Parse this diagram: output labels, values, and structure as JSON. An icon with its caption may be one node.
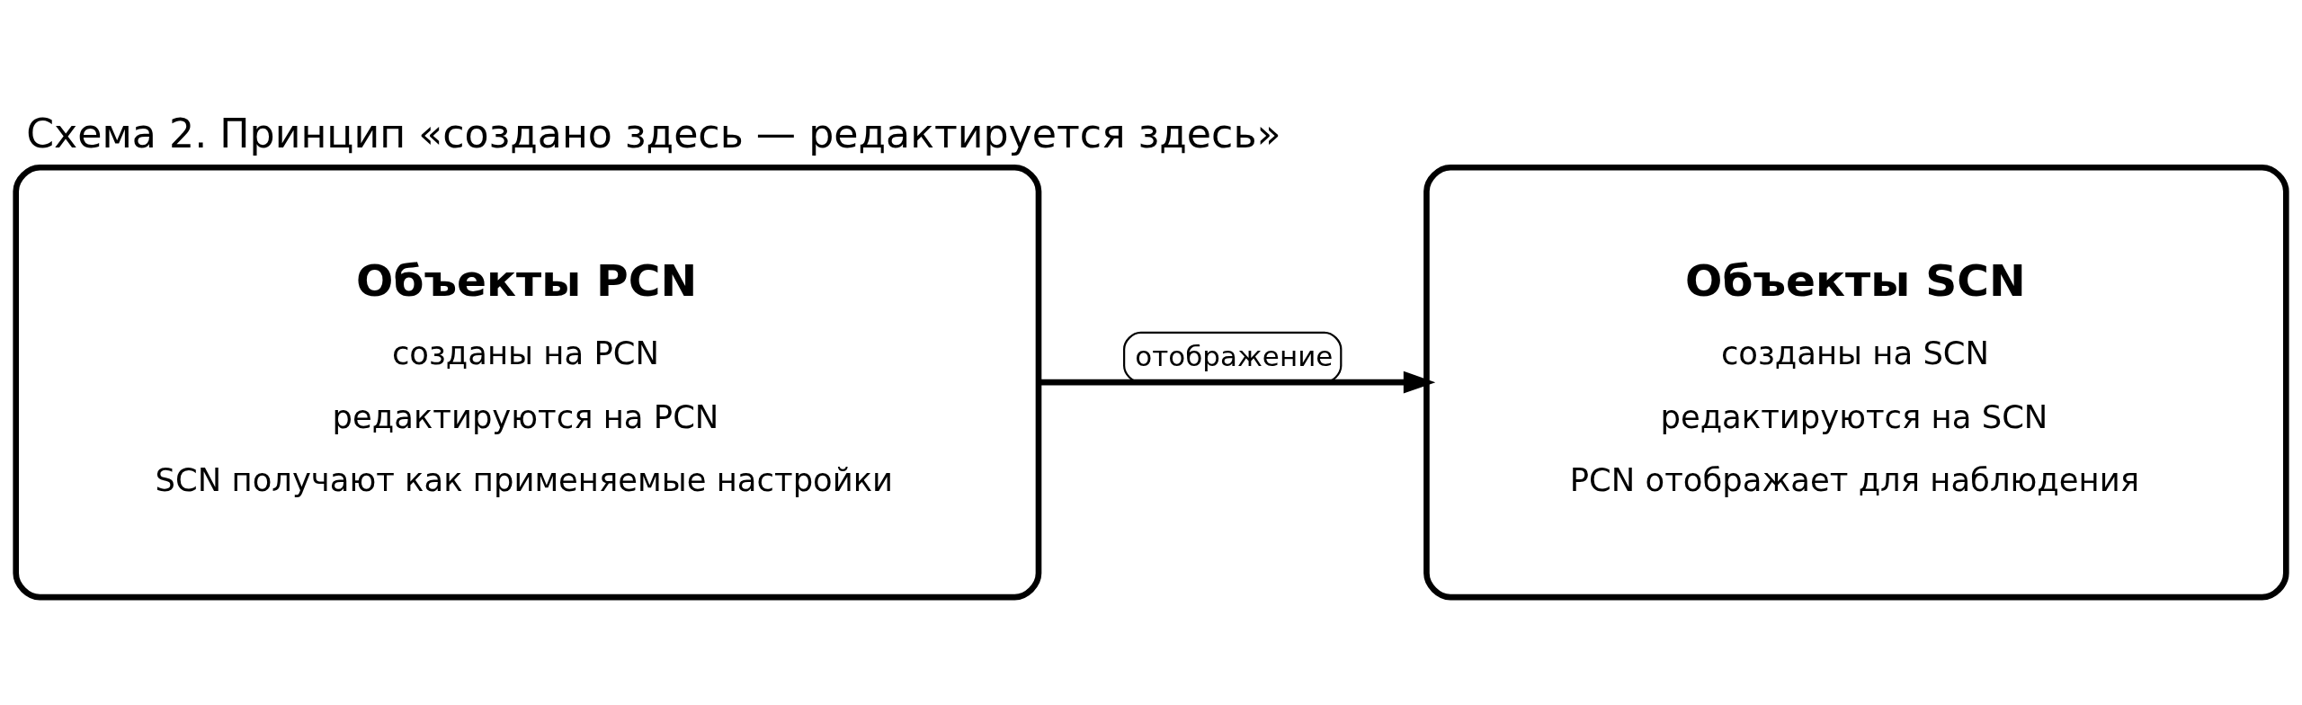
{
  "diagram": {
    "title": "Схема 2. Принцип «создано здесь — редактируется здесь»",
    "nodes": [
      {
        "text": [
          "Объекты PCN",
          "созданы на PCN",
          "редактируются на PCN",
          "SCN получают как применяемые настройки"
        ]
      },
      {
        "text": [
          "Объекты SCN",
          "созданы на SCN",
          "редактируются на SCN",
          "PCN отображает для наблюдения"
        ]
      }
    ],
    "edges": [
      {
        "from": 0,
        "to": 1,
        "arrow": "to",
        "label": "отображение"
      }
    ]
  }
}
